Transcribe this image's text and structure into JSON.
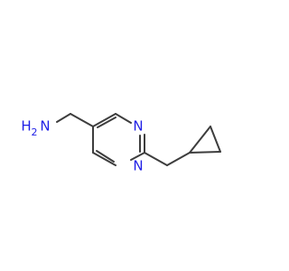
{
  "labels": {
    "amine_h": "H",
    "amine_h_count": "2",
    "amine_n": "N",
    "ring_n_top": "N",
    "ring_n_bottom": "N"
  },
  "colors": {
    "bond": "#3d3d3d",
    "nitrogen": "#1f1fe6",
    "background": "#ffffff"
  }
}
